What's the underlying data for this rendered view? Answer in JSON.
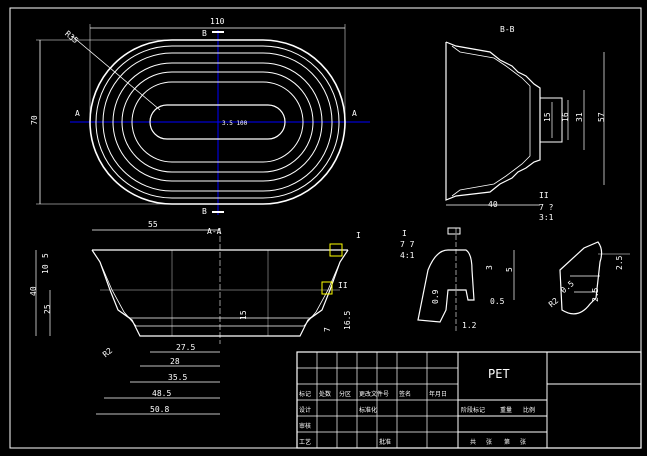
{
  "colors": {
    "background": "#000000",
    "line": "#ffffff",
    "centerline": "#0000ff",
    "accent": "#ffff00",
    "frame": "#ffffff"
  },
  "top_view": {
    "dim_width": "110",
    "dim_height": "70",
    "dim_radius": "R35",
    "section_label_top": "B",
    "section_label_bottom": "B",
    "section_label_left": "A",
    "section_label_right": "A",
    "slot_dims": "3.5 100"
  },
  "section_bb": {
    "title": "B-B",
    "dim_bottom": "40",
    "dim_57": "57",
    "dim_31": "31",
    "dim_16": "16",
    "dim_15": "15",
    "detail_ii": "II",
    "detail_ii_scale_a": "7 ?",
    "detail_ii_scale_b": "3:1"
  },
  "section_aa": {
    "title": "A-A",
    "dim_55": "55",
    "dim_40": "40",
    "dim_25": "25",
    "dim_10": "10",
    "dim_5": "5",
    "dim_r2": "R2",
    "dim_15": "15",
    "dim_7": "7",
    "dim_16_5": "16.5",
    "dim_27_5": "27.5",
    "dim_28": "28",
    "dim_35_5": "35.5",
    "dim_48_5": "48.5",
    "dim_50_8": "50.8",
    "detail_i": "I",
    "detail_ii": "II"
  },
  "detail_i": {
    "label": "I",
    "scale_a": "7 7",
    "scale_b": "4:1",
    "dim_3": "3",
    "dim_5": "5",
    "dim_0_9": "0.9",
    "dim_0_5": "0.5",
    "dim_1_2": "1.2"
  },
  "detail_ii_view": {
    "dim_2_5_a": "2.5",
    "dim_2_5_b": "2.5",
    "dim_r2": "R2",
    "dim_0_5": "0.5"
  },
  "title_block": {
    "material": "PET",
    "row_labels": [
      "标记",
      "设计",
      "审核",
      "工艺"
    ],
    "header_cells": [
      "处数",
      "分区",
      "更改文件号",
      "签名",
      "年月日"
    ],
    "stage_cells": [
      "阶段标记",
      "重量",
      "比例"
    ],
    "sheet_cells": [
      "共",
      "张",
      "第",
      "张"
    ],
    "std_label": "标准化",
    "approve_label": "批准"
  }
}
